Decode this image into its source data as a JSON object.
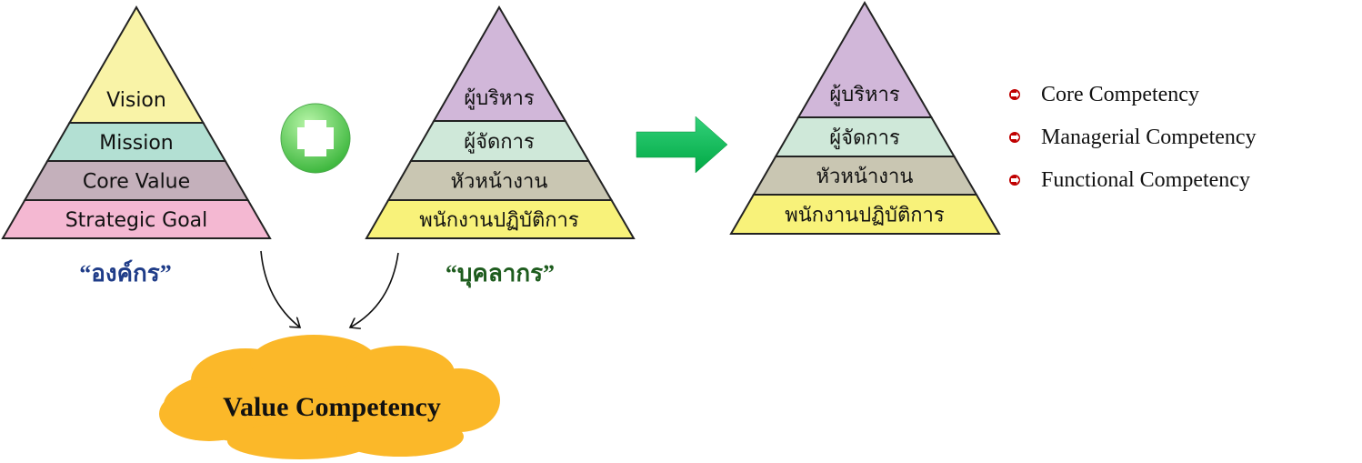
{
  "organization_pyramid": {
    "caption": "“องค์กร”",
    "levels": [
      {
        "label": "Vision",
        "color": "#f9f3a7"
      },
      {
        "label": "Mission",
        "color": "#b3e0d3"
      },
      {
        "label": "Core Value",
        "color": "#c4b0bb"
      },
      {
        "label": "Strategic Goal",
        "color": "#f4b8d2"
      }
    ]
  },
  "personnel_pyramid": {
    "caption": "“บุคลากร”",
    "levels": [
      {
        "label": "ผู้บริหาร",
        "color": "#d1b7d9"
      },
      {
        "label": "ผู้จัดการ",
        "color": "#cfe8d9"
      },
      {
        "label": "หัวหน้างาน",
        "color": "#c9c6b2"
      },
      {
        "label": "พนักงานปฏิบัติการ",
        "color": "#f8f27a"
      }
    ]
  },
  "result_pyramid": {
    "levels": [
      {
        "label": "ผู้บริหาร",
        "color": "#d1b7d9"
      },
      {
        "label": "ผู้จัดการ",
        "color": "#cfe8d9"
      },
      {
        "label": "หัวหน้างาน",
        "color": "#c9c6b2"
      },
      {
        "label": "พนักงานปฏิบัติการ",
        "color": "#f8f27a"
      }
    ]
  },
  "competencies": [
    {
      "label": "Core Competency",
      "icon": "circle-arrow-right-icon"
    },
    {
      "label": "Managerial Competency",
      "icon": "circle-arrow-right-icon"
    },
    {
      "label": "Functional Competency",
      "icon": "circle-arrow-right-icon"
    }
  ],
  "cloud": {
    "label": "Value Competency",
    "color": "#fbb829"
  },
  "colors": {
    "org_caption": "#1f3c88",
    "personnel_caption": "#1e5c1e",
    "bullet": "#c00000",
    "arrow": "#00b050",
    "plus": "#5cc85c"
  }
}
